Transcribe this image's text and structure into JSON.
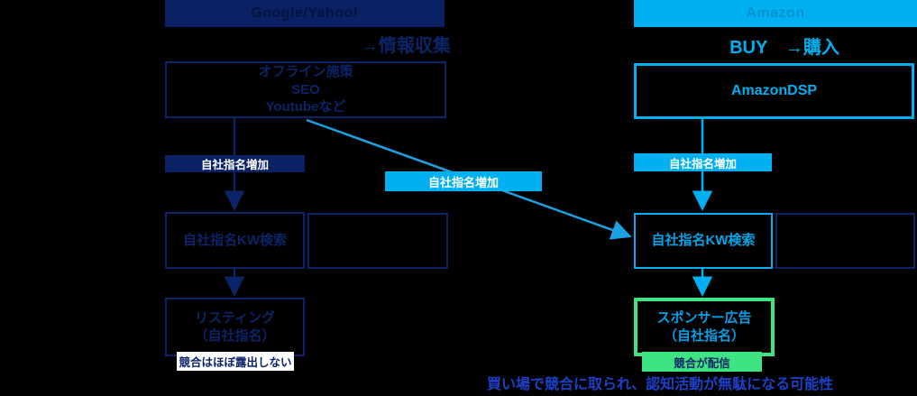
{
  "colors": {
    "background": "#000000",
    "navy": "#0A2164",
    "navy_text": "#0B2468",
    "cyan": "#00B0F0",
    "cyan_text": "#00A5E9",
    "green": "#3FE482",
    "white": "#FFFFFF",
    "footnote_blue": "#1C41C8"
  },
  "left_column": {
    "header": "Google/Yahoo!",
    "subtitle": "→情報収集",
    "top_box_lines": [
      "オフライン施策",
      "SEO",
      "Youtubeなど"
    ],
    "increase_label": "自社指名増加",
    "kw_box": "自社指名KW検索",
    "empty_box": "",
    "listing_box_lines": [
      "リスティング",
      "（自社指名）"
    ],
    "note": "競合はほぼ露出しない"
  },
  "center": {
    "increase_label": "自社指名増加"
  },
  "right_column": {
    "header": "Amazon",
    "subtitle": "BUY　→購入",
    "top_box": "AmazonDSP",
    "increase_label": "自社指名増加",
    "kw_box": "自社指名KW検索",
    "empty_box": "",
    "sponsor_box_lines": [
      "スポンサー広告",
      "（自社指名）"
    ],
    "note": "競合が配信"
  },
  "footer_note": "買い場で競合に取られ、認知活動が無駄になる可能性"
}
